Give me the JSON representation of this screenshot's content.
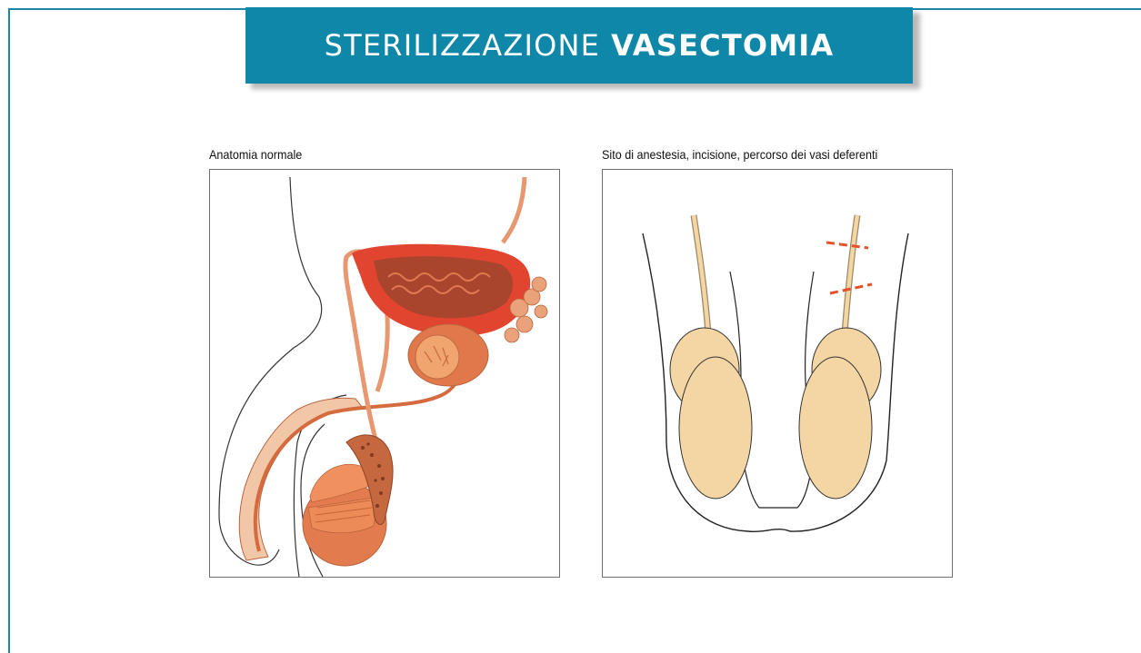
{
  "header": {
    "title_regular": "STERILIZZAZIONE",
    "title_bold": "VASECTOMIA"
  },
  "panels": {
    "left": {
      "caption": "Anatomia normale"
    },
    "right": {
      "caption": "Sito di anestesia, incisione, percorso dei vasi deferenti"
    }
  },
  "colors": {
    "banner": "#0f87a8",
    "frame": "#1b86a6",
    "tissue_light": "#f4d6a5",
    "tissue_orange": "#e88a5a",
    "bladder_red": "#e2452f",
    "incision_marks": "#e8502a"
  }
}
